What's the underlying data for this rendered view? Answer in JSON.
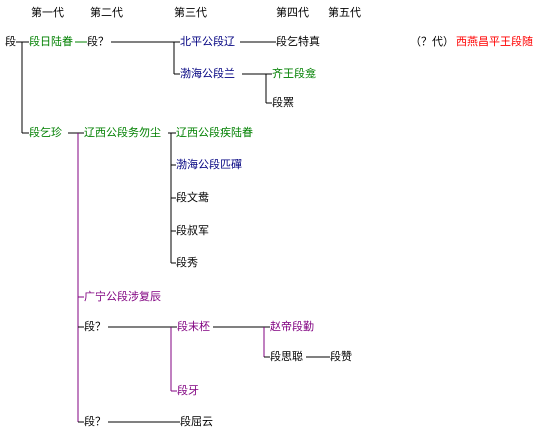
{
  "headers": [
    "第一代",
    "第二代",
    "第三代",
    "第四代",
    "第五代"
  ],
  "nodes": {
    "root": "段",
    "rilujuan": "段日陆眷",
    "duan_unknown_a": "段？",
    "beiping": "北平公段辽",
    "duan_qitezhen": "段乞特真",
    "bohai": "渤海公段兰",
    "qiwang": "齐王段龛",
    "duan_pi": "段罴",
    "note_prefix": "（？代）",
    "note_main": "西燕昌平王段随",
    "duan_qizhen": "段乞珍",
    "wuwuchen": "辽西公段务勿尘",
    "jiliujuan": "辽西公段疾陆眷",
    "pidi": "渤海公段匹磾",
    "wenyang": "段文鸯",
    "shujun": "段叔军",
    "xiu": "段秀",
    "shefuchen": "广宁公段涉复辰",
    "duan_unknown_b": "段？",
    "mopei": "段末柸",
    "yaqin": "赵帝段勤",
    "sicong": "段思聪",
    "zan": "段赞",
    "ya": "段牙",
    "duan_unknown_c": "段？",
    "quyun": "段屈云"
  },
  "colors": {
    "black": "#000000",
    "green": "#008000",
    "navy": "#000080",
    "purple": "#800080",
    "red": "#ff0000"
  }
}
